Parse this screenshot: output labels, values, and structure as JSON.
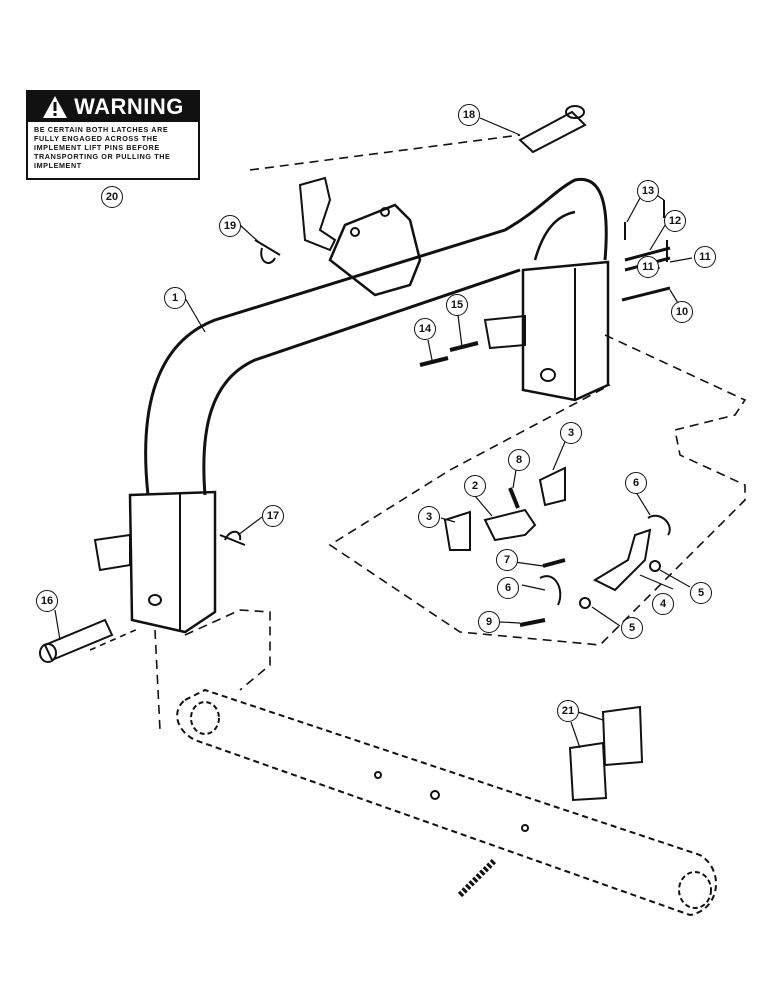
{
  "warning": {
    "heading": "WARNING",
    "text": "BE CERTAIN BOTH LATCHES ARE FULLY ENGAGED ACROSS THE IMPLEMENT LIFT PINS BEFORE TRANSPORTING OR PULLING THE IMPLEMENT"
  },
  "callouts": [
    "1",
    "2",
    "3",
    "3",
    "4",
    "5",
    "5",
    "6",
    "6",
    "7",
    "8",
    "9",
    "10",
    "11",
    "11",
    "12",
    "13",
    "14",
    "15",
    "16",
    "17",
    "18",
    "19",
    "20",
    "21"
  ],
  "colors": {
    "line": "#111111",
    "background": "#ffffff"
  }
}
